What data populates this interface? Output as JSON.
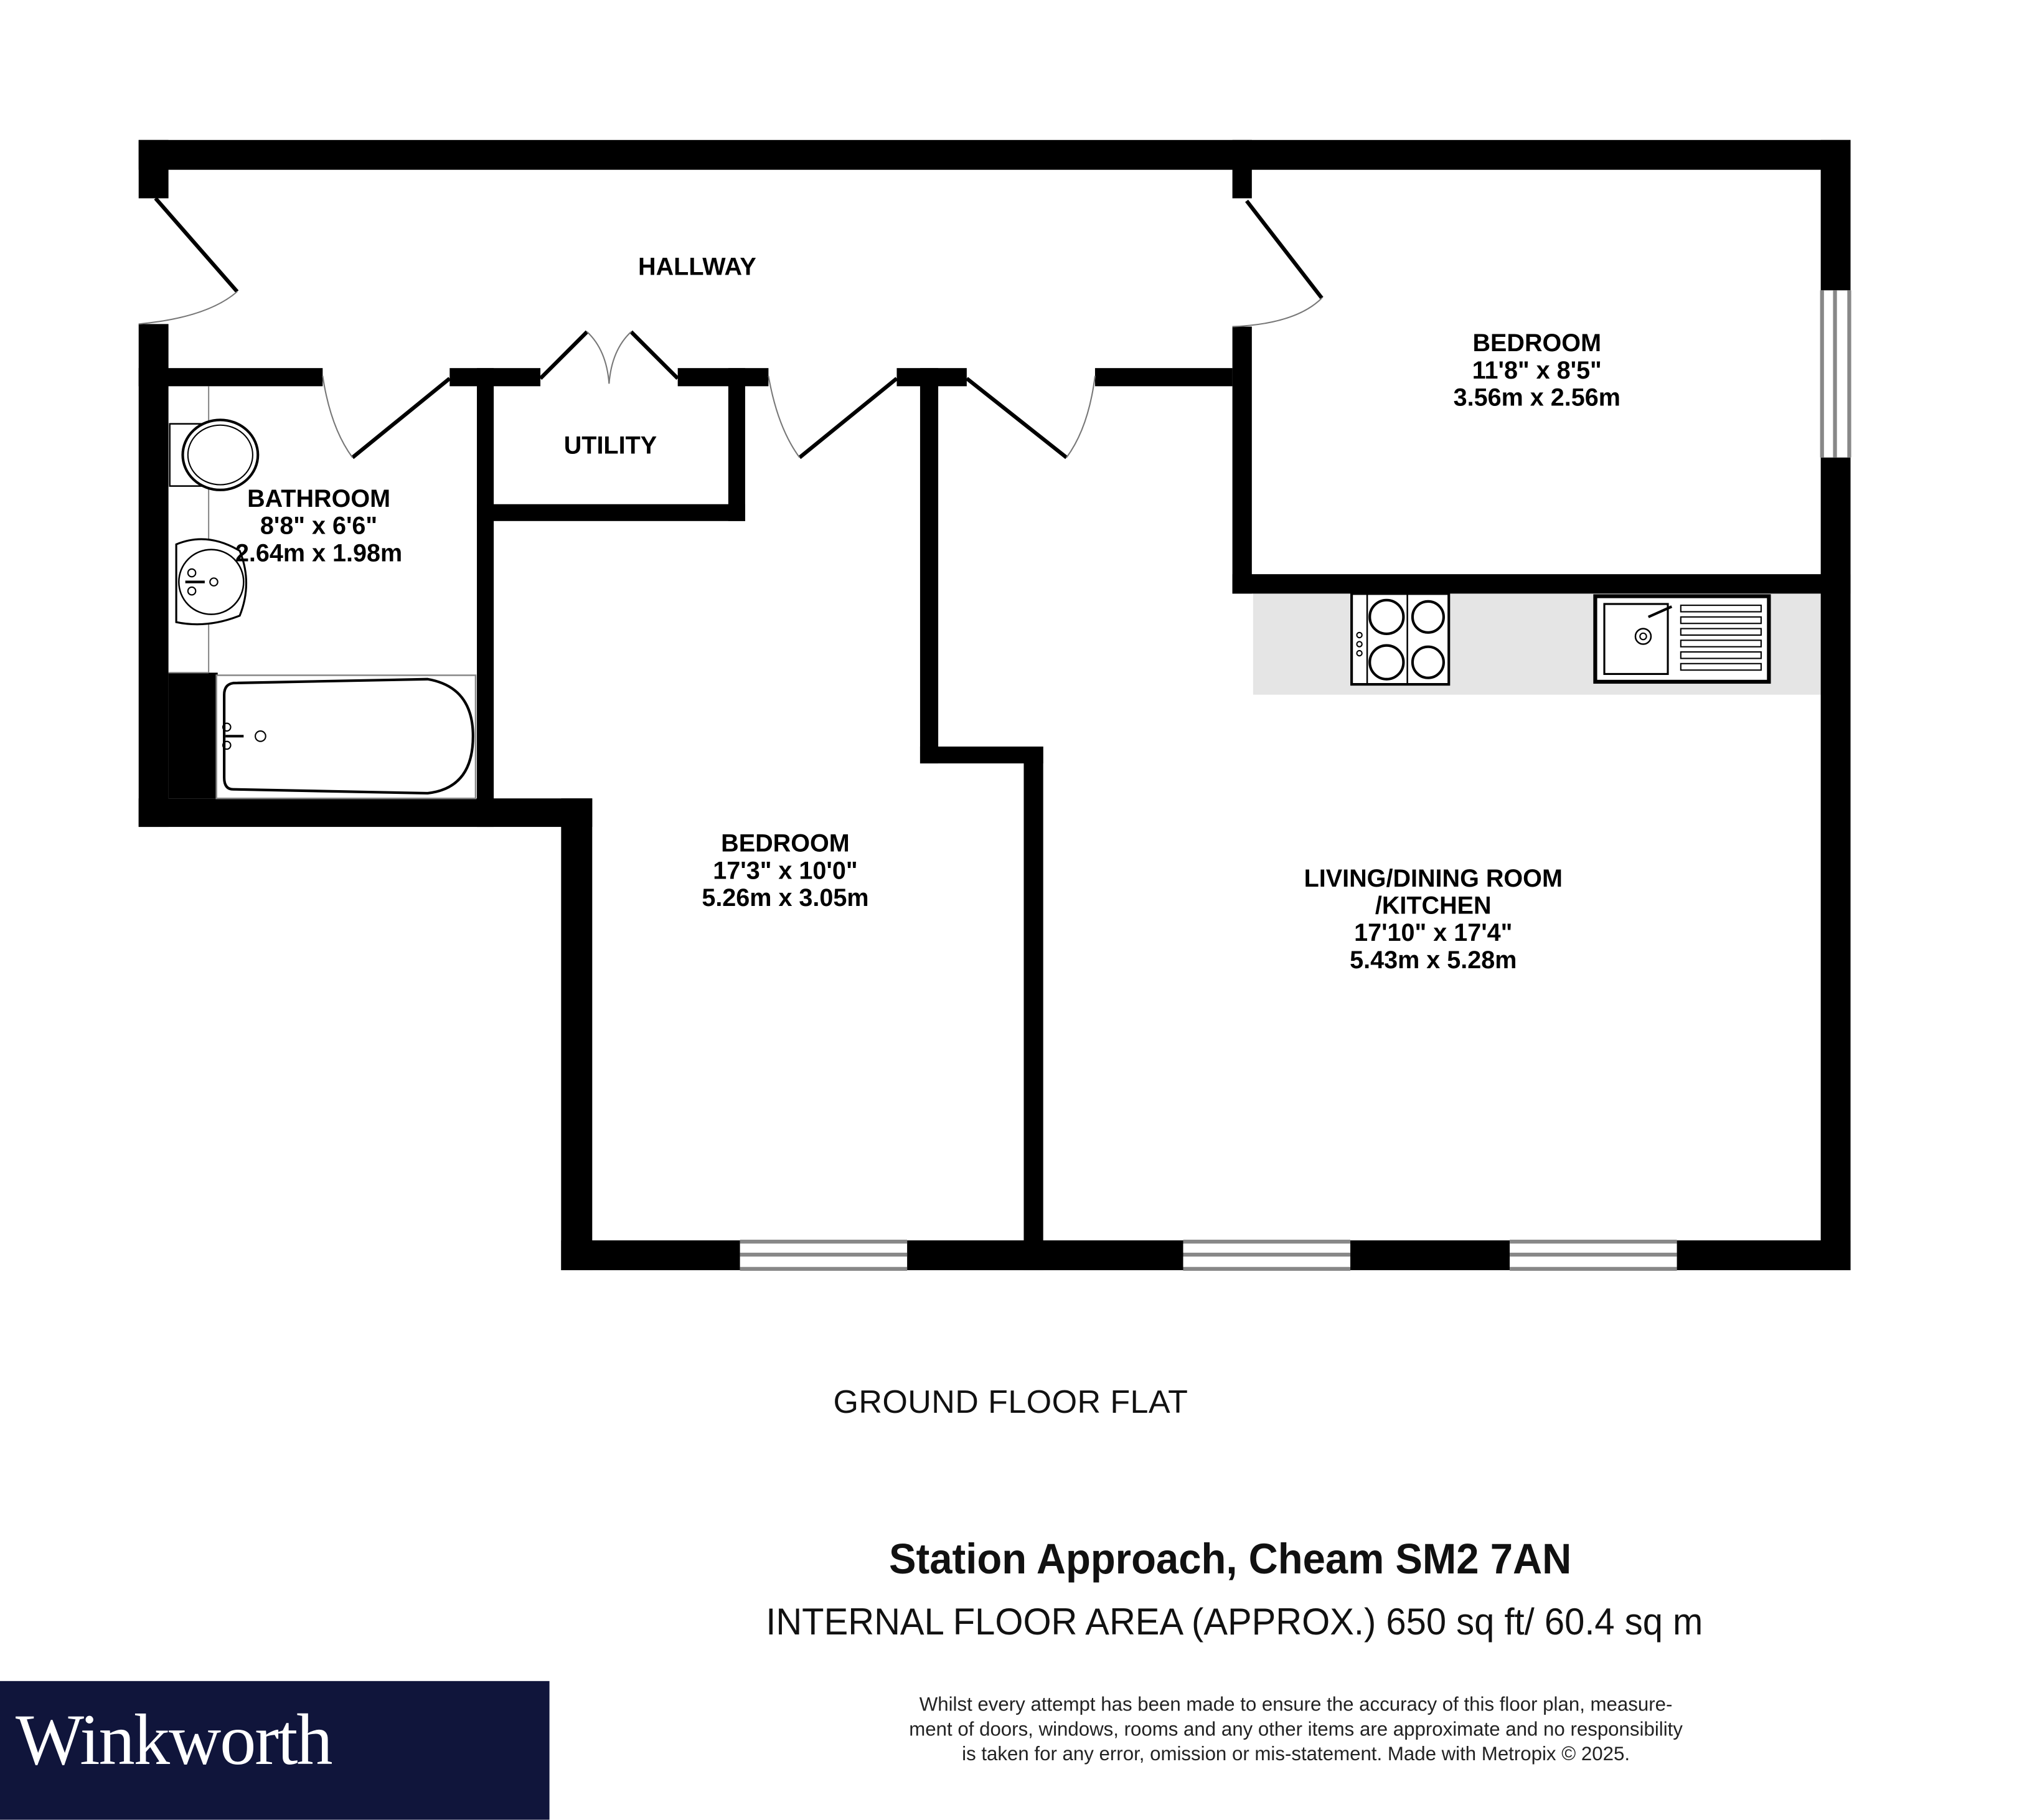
{
  "plan": {
    "floor_label": "GROUND FLOOR FLAT",
    "address": "Station Approach, Cheam SM2 7AN",
    "internal_area": "INTERNAL FLOOR AREA (APPROX.) 650 sq ft/ 60.4 sq m",
    "disclaimer": [
      "Whilst every attempt has been made to ensure the accuracy of this floor plan, measure-",
      "ment of doors, windows, rooms and any other items are approximate and no responsibility",
      "is taken for any error, omission or mis-statement. Made with Metropix © 2025."
    ]
  },
  "rooms": {
    "hallway": {
      "name": "HALLWAY"
    },
    "utility": {
      "name": "UTILITY"
    },
    "bathroom": {
      "name": "BATHROOM",
      "imperial": "8'8\"  x 6'6\"",
      "metric": "2.64m  x 1.98m"
    },
    "bedroom_1": {
      "name": "BEDROOM",
      "imperial": "11'8\"  x 8'5\"",
      "metric": "3.56m  x 2.56m"
    },
    "bedroom_2": {
      "name": "BEDROOM",
      "imperial": "17'3\"  x 10'0\"",
      "metric": "5.26m  x 3.05m"
    },
    "living": {
      "name_line1": "LIVING/DINING ROOM",
      "name_line2": "/KITCHEN",
      "imperial": "17'10\"  x 17'4\"",
      "metric": "5.43m  x 5.28m"
    }
  },
  "branding": {
    "logo_text": "Winkworth",
    "logo_bg": "#10153b",
    "logo_fg": "#ffffff"
  },
  "colors": {
    "wall": "#000000",
    "worktop": "#e5e5e5",
    "window_line": "#888888",
    "door_arc": "#777777"
  }
}
